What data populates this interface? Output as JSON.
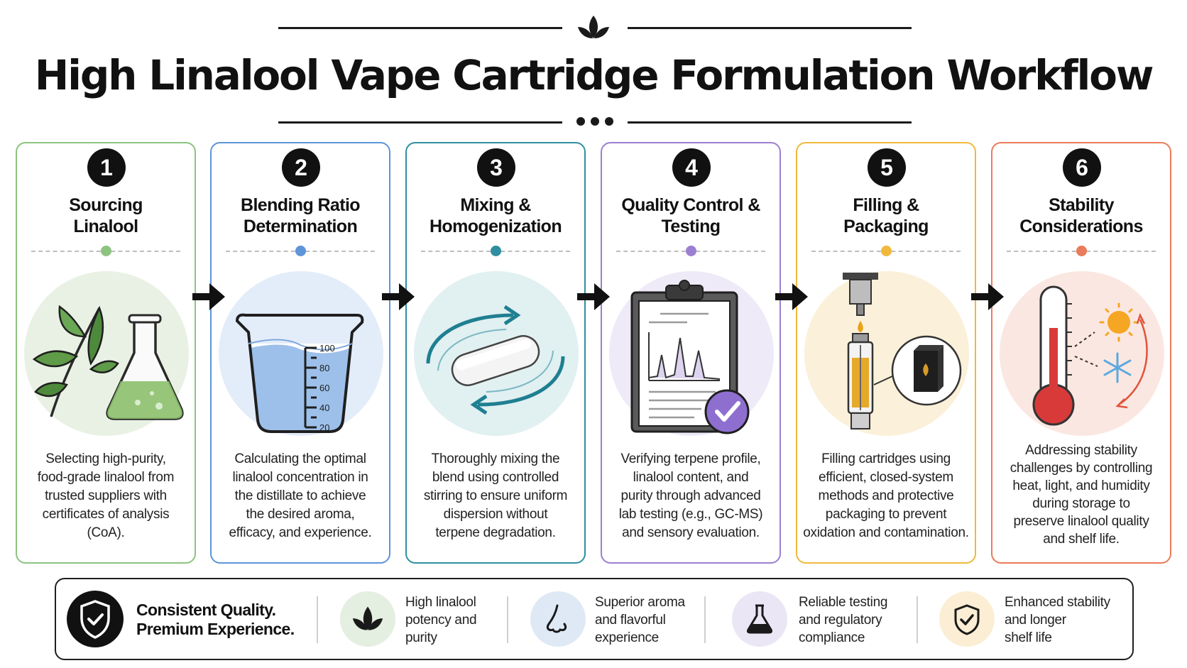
{
  "title": "High Linalool Vape Cartridge Formulation Workflow",
  "steps": [
    {
      "number": "1",
      "title_line1": "Sourcing",
      "title_line2": "Linalool",
      "desc": [
        "Selecting high-purity,",
        "food-grade linalool from",
        "trusted suppliers with",
        "certificates of analysis",
        "(CoA)."
      ],
      "color": "#8cc47f",
      "circle": "#e9f1e4",
      "icon": "leaf-flask-icon"
    },
    {
      "number": "2",
      "title_line1": "Blending Ratio",
      "title_line2": "Determination",
      "desc": [
        "Calculating the optimal",
        "linalool concentration in",
        "the distillate to achieve",
        "the desired aroma,",
        "efficacy, and experience."
      ],
      "color": "#5e95d9",
      "circle": "#e3edf9",
      "icon": "beaker-icon",
      "beaker_marks": [
        "100",
        "80",
        "60",
        "40",
        "20"
      ]
    },
    {
      "number": "3",
      "title_line1": "Mixing &",
      "title_line2": "Homogenization",
      "desc": [
        "Thoroughly mixing the",
        "blend using controlled",
        "stirring to ensure uniform",
        "dispersion without",
        "terpene degradation."
      ],
      "color": "#2f8fa0",
      "circle": "#e1f0f1",
      "icon": "stir-bar-icon"
    },
    {
      "number": "4",
      "title_line1": "Quality Control &",
      "title_line2": "Testing",
      "desc": [
        "Verifying terpene profile,",
        "linalool content, and",
        "purity through advanced",
        "lab testing (e.g., GC-MS)",
        "and sensory evaluation."
      ],
      "color": "#9b7fd1",
      "circle": "#eeeaf7",
      "icon": "clipboard-check-icon"
    },
    {
      "number": "5",
      "title_line1": "Filling &",
      "title_line2": "Packaging",
      "desc": [
        "Filling cartridges using",
        "efficient, closed-system",
        "methods and protective",
        "packaging to prevent",
        "oxidation and contamination."
      ],
      "color": "#f0b93c",
      "circle": "#fbf0d9",
      "icon": "cartridge-fill-icon"
    },
    {
      "number": "6",
      "title_line1": "Stability",
      "title_line2": "Considerations",
      "desc": [
        "Addressing stability",
        "challenges by controlling",
        "heat, light, and humidity",
        "during storage to",
        "preserve linalool quality",
        "and shelf life."
      ],
      "color": "#ea7b5b",
      "circle": "#fbe7e1",
      "icon": "thermometer-icon"
    }
  ],
  "bottom": {
    "main_line1": "Consistent Quality.",
    "main_line2": "Premium Experience.",
    "items": [
      {
        "lines": [
          "High linalool",
          "potency and",
          "purity"
        ],
        "icon": "leaf-icon",
        "circle": "#e4efe1"
      },
      {
        "lines": [
          "Superior aroma",
          "and flavorful",
          "experience"
        ],
        "icon": "nose-icon",
        "circle": "#dfe9f6"
      },
      {
        "lines": [
          "Reliable testing",
          "and regulatory",
          "compliance"
        ],
        "icon": "flask-icon",
        "circle": "#ebe6f5"
      },
      {
        "lines": [
          "Enhanced stability",
          "and longer",
          "shelf life"
        ],
        "icon": "shield-check-icon",
        "circle": "#fbeed4"
      }
    ]
  }
}
